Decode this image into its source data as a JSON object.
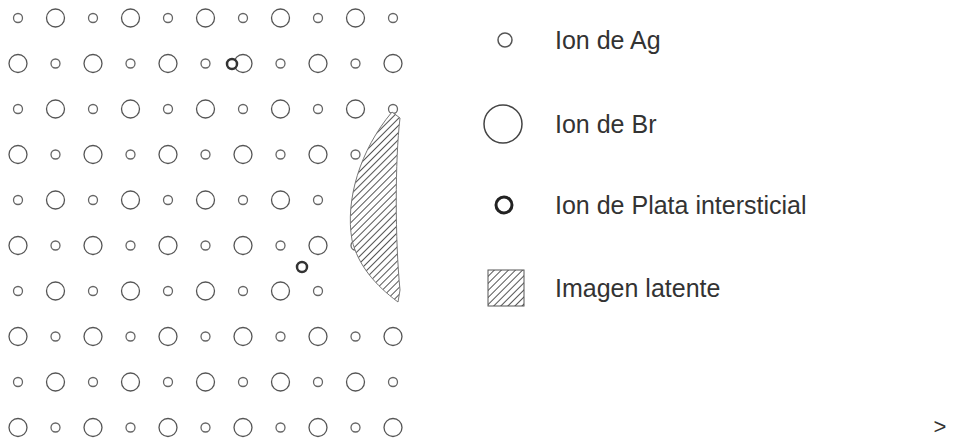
{
  "diagram": {
    "labels": [
      ">"
    ],
    "legend": [
      {
        "text": "Ion de Ag"
      },
      {
        "text": "Ion de Br"
      },
      {
        "text": "Ion de Plata intersticial"
      },
      {
        "text": "Imagen latente"
      }
    ]
  }
}
